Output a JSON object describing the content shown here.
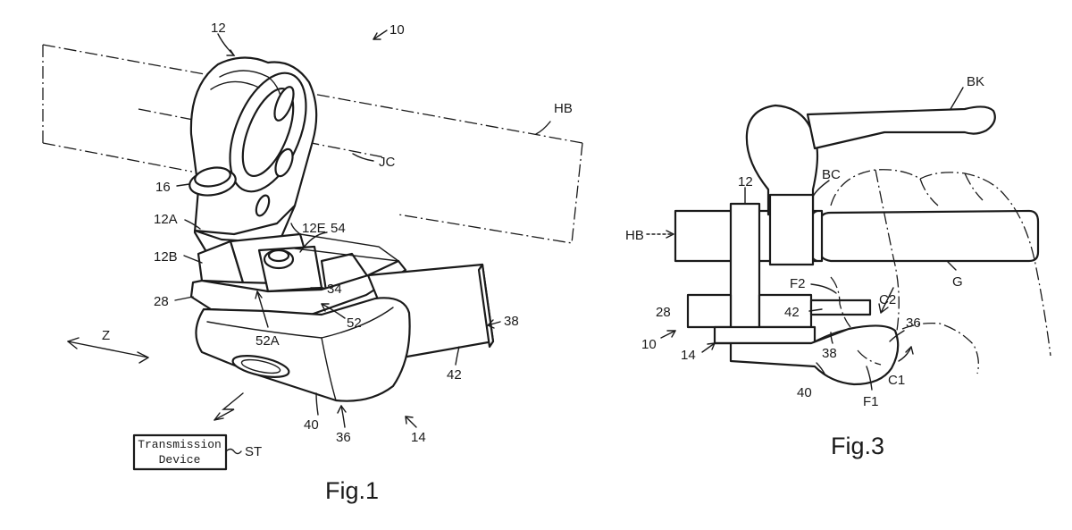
{
  "figures": [
    {
      "id": "fig1",
      "caption": "Fig.1",
      "labels": {
        "l12": "12",
        "l10": "10",
        "lHB": "HB",
        "lJC": "JC",
        "l16": "16",
        "l12A": "12A",
        "l12E": "12E",
        "l54": "54",
        "l12B": "12B",
        "l34": "34",
        "l28": "28",
        "l52": "52",
        "l52A": "52A",
        "l38": "38",
        "lZ": "Z",
        "l42": "42",
        "l40": "40",
        "l36": "36",
        "l14": "14",
        "lST": "ST"
      },
      "transmission_device": {
        "line1": "Transmission",
        "line2": "Device"
      }
    },
    {
      "id": "fig3",
      "caption": "Fig.3",
      "labels": {
        "lBK": "BK",
        "lBC": "BC",
        "l12": "12",
        "lHB": "HB",
        "lG": "G",
        "lF2": "F2",
        "lC2": "C2",
        "l42": "42",
        "l28": "28",
        "l36": "36",
        "l10": "10",
        "l38": "38",
        "l14": "14",
        "l40": "40",
        "lF1": "F1",
        "lC1": "C1"
      }
    }
  ]
}
